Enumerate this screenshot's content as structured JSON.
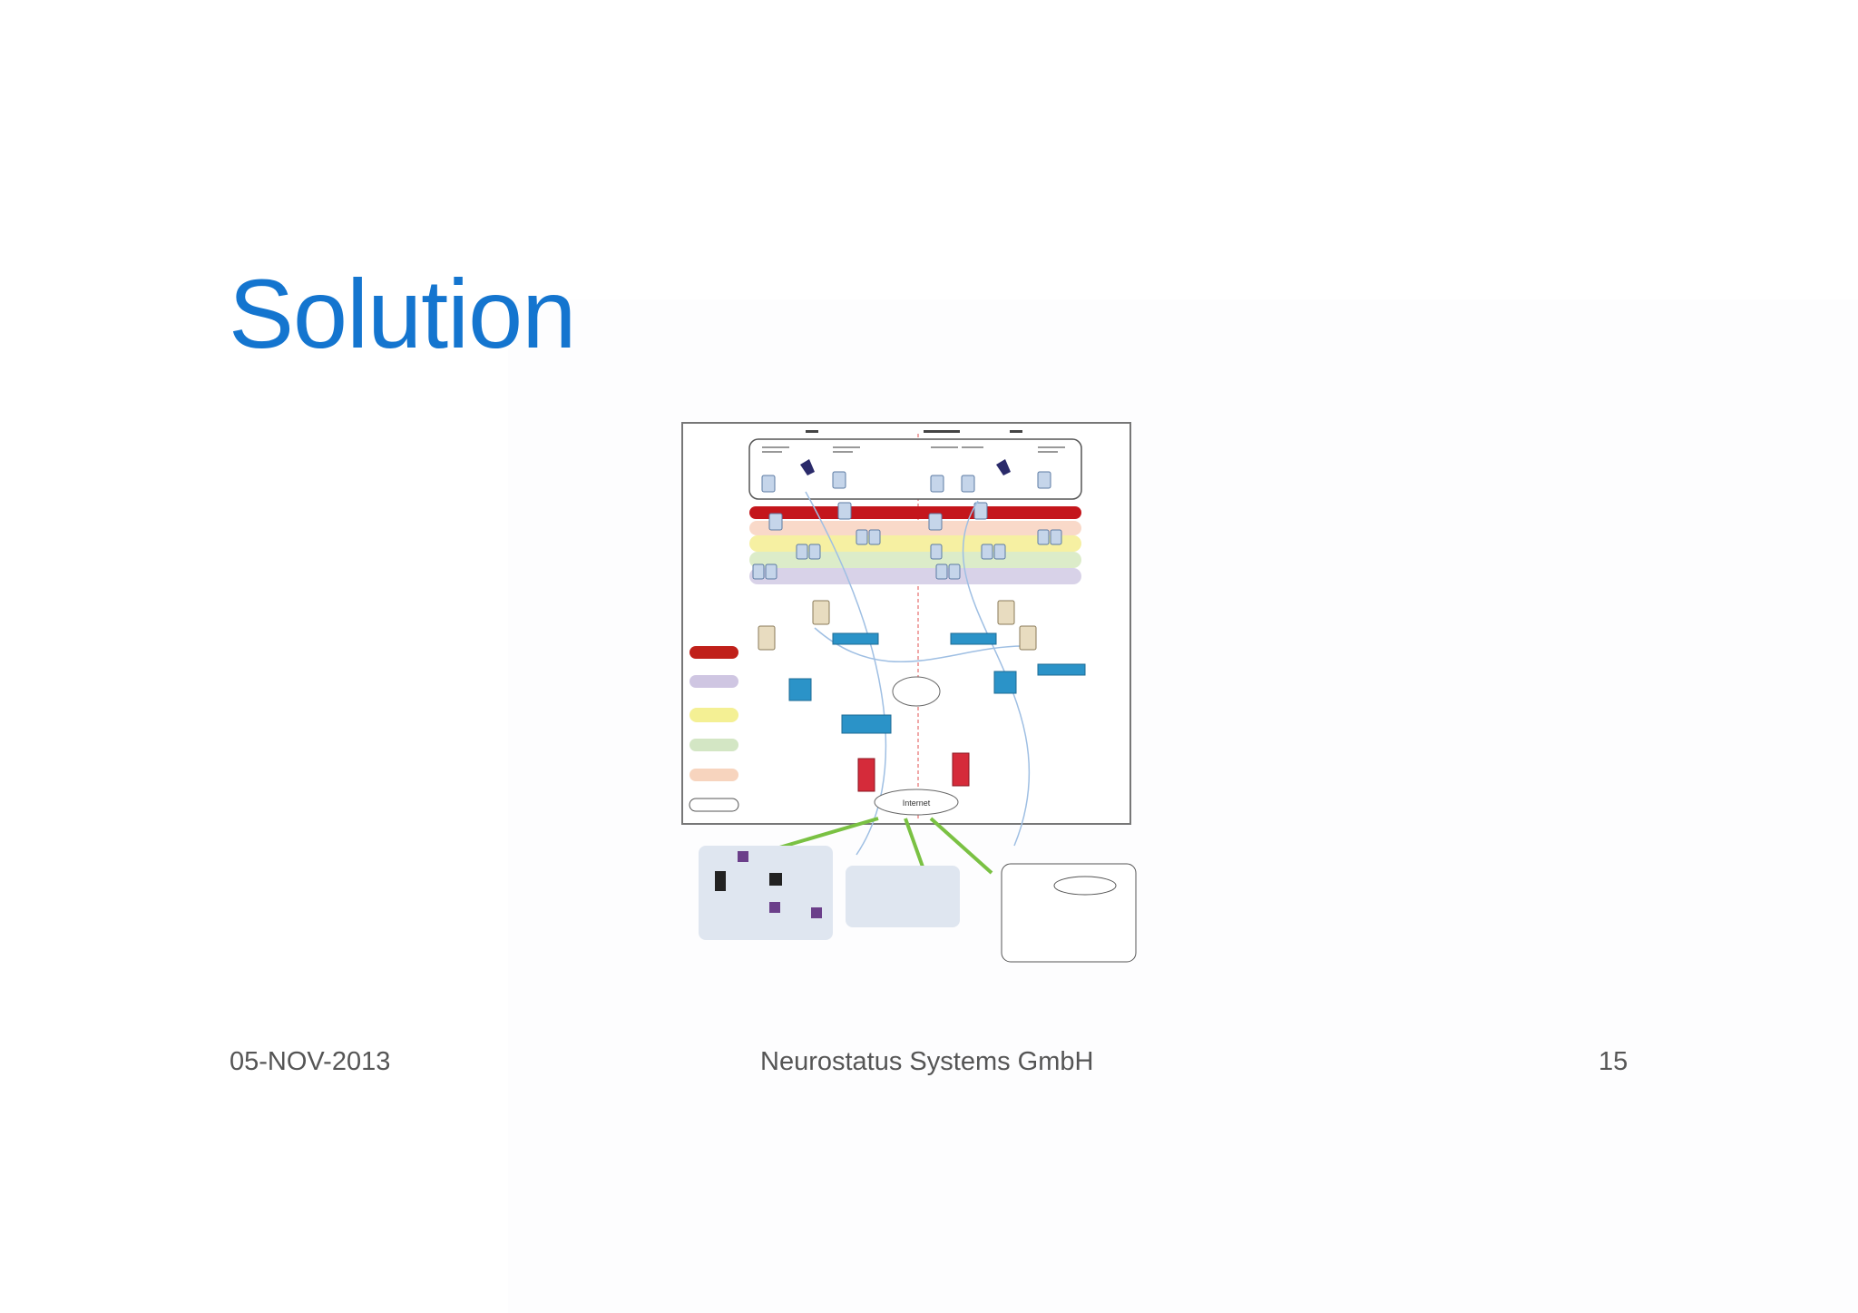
{
  "slide": {
    "title": "Solution",
    "title_color": "#1475cf"
  },
  "figure": {
    "description_icon": "network-topology-diagram",
    "legend_colors": [
      "#c0201a",
      "#cfc6e2",
      "#f4f094",
      "#d3e6c4",
      "#f7d4be",
      "#ffffff"
    ],
    "band_colors": [
      "#c4161c",
      "#f9d9c9",
      "#f6f0a2",
      "#dcecc9",
      "#d8d2e8"
    ],
    "cloud_label": "Internet"
  },
  "footer": {
    "date": "05-NOV-2013",
    "company": "Neurostatus Systems GmbH",
    "page_number": "15"
  }
}
